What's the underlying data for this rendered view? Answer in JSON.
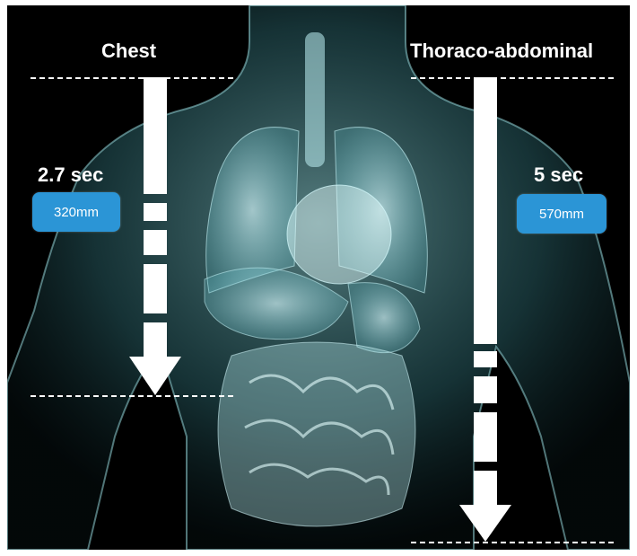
{
  "sections": [
    {
      "title": "Chest",
      "time": "2.7 sec",
      "length": "320mm"
    },
    {
      "title": "Thoraco-abdominal",
      "time": "5 sec",
      "length": "570mm"
    }
  ],
  "colors": {
    "background": "#000000",
    "badge": "#2b95d6",
    "body": "#7fd4d8",
    "text": "#ffffff"
  }
}
